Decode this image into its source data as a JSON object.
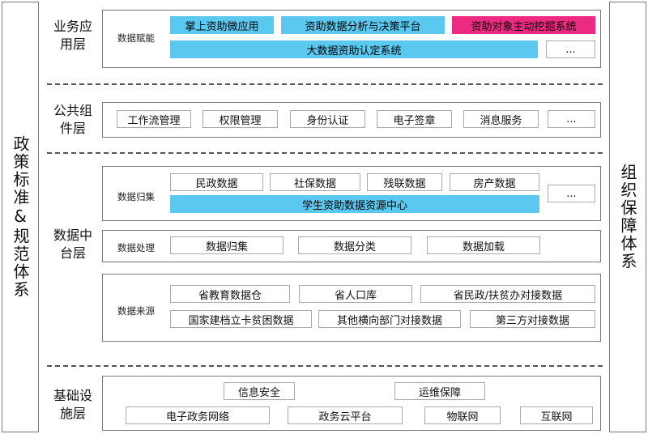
{
  "left_pillar": "政策标准&规范体系",
  "right_pillar": "组织保障体系",
  "layers": {
    "business": {
      "label": "业务应\n用层",
      "sub": "数据赋能",
      "apps": [
        "掌上资助微应用",
        "资助数据分析与决策平台",
        "资助对象主动挖掘系统"
      ],
      "wide": "大数据资助认定系统",
      "more": "..."
    },
    "common": {
      "label": "公共组\n件层",
      "items": [
        "工作流管理",
        "权限管理",
        "身份认证",
        "电子签章",
        "消息服务",
        "..."
      ]
    },
    "datamid": {
      "label": "数据中\n台层",
      "collect": {
        "sub": "数据归集",
        "items": [
          "民政数据",
          "社保数据",
          "残联数据",
          "房产数据"
        ],
        "wide": "学生资助数据资源中心",
        "more": "..."
      },
      "process": {
        "sub": "数据处理",
        "items": [
          "数据归集",
          "数据分类",
          "数据加载"
        ]
      },
      "source": {
        "sub": "数据来源",
        "row1": [
          "省教育数据仓",
          "省人口库",
          "省民政/扶贫办对接数据"
        ],
        "row2": [
          "国家建档立卡贫困数据",
          "其他横向部门对接数据",
          "第三方对接数据"
        ]
      }
    },
    "infra": {
      "label": "基础设\n施层",
      "row1": [
        "信息安全",
        "运维保障"
      ],
      "row2": [
        "电子政务网络",
        "政务云平台",
        "物联网",
        "互联网"
      ]
    }
  },
  "colors": {
    "highlight_blue": "#5bc8f0",
    "highlight_pink": "#ec2a82",
    "border": "#777777"
  }
}
